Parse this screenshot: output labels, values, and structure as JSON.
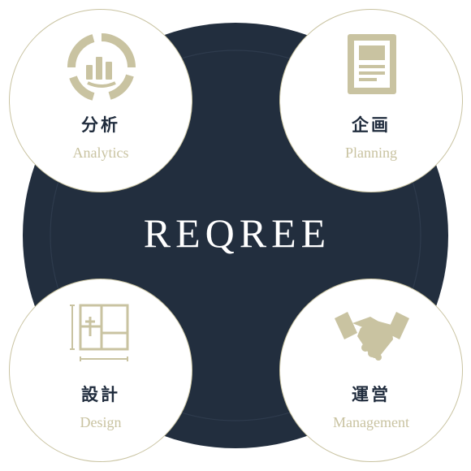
{
  "brand": {
    "name": "REQREE"
  },
  "colors": {
    "navy": "#222e3e",
    "gold": "#c9c3a1",
    "white": "#ffffff",
    "text_dark": "#1f2b3c"
  },
  "nodes": [
    {
      "key": "analytics",
      "label_ja": "分析",
      "label_en": "Analytics",
      "icon": "analytics-chart-icon"
    },
    {
      "key": "planning",
      "label_ja": "企画",
      "label_en": "Planning",
      "icon": "document-icon"
    },
    {
      "key": "design",
      "label_ja": "設計",
      "label_en": "Design",
      "icon": "floor-plan-icon"
    },
    {
      "key": "management",
      "label_ja": "運営",
      "label_en": "Management",
      "icon": "handshake-icon"
    }
  ]
}
